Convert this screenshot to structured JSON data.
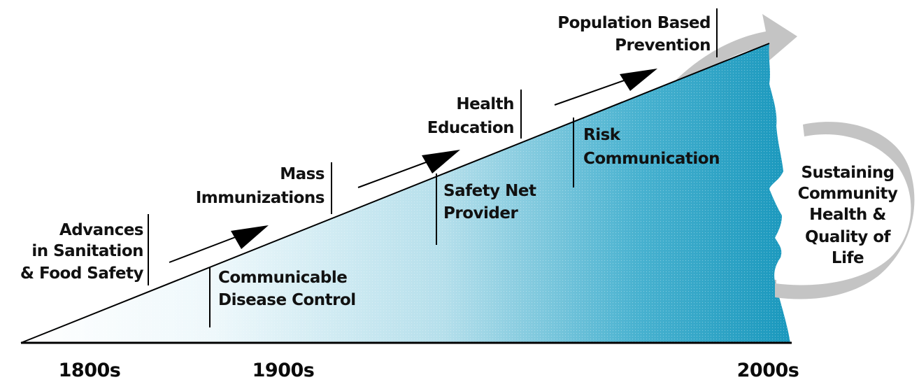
{
  "colors": {
    "wedge_light": "#f4fbfd",
    "wedge_mid": "#a9d9e7",
    "wedge_dark": "#1f9fc3",
    "swoosh": "#c2c2c2",
    "ink": "#111111"
  },
  "milestones": [
    {
      "lines": [
        "Advances",
        "in Sanitation",
        "& Food Safety"
      ]
    },
    {
      "lines": [
        "Communicable",
        "Disease Control"
      ]
    },
    {
      "lines": [
        "Mass",
        "Immunizations"
      ]
    },
    {
      "lines": [
        "Safety Net",
        "Provider"
      ]
    },
    {
      "lines": [
        "Health",
        "Education"
      ]
    },
    {
      "lines": [
        "Risk",
        "Communication"
      ]
    },
    {
      "lines": [
        "Population Based",
        "Prevention"
      ]
    }
  ],
  "goal": {
    "lines": [
      "Sustaining",
      "Community",
      "Health &",
      "Quality of",
      "Life"
    ]
  },
  "eras": [
    "1800s",
    "1900s",
    "2000s"
  ]
}
